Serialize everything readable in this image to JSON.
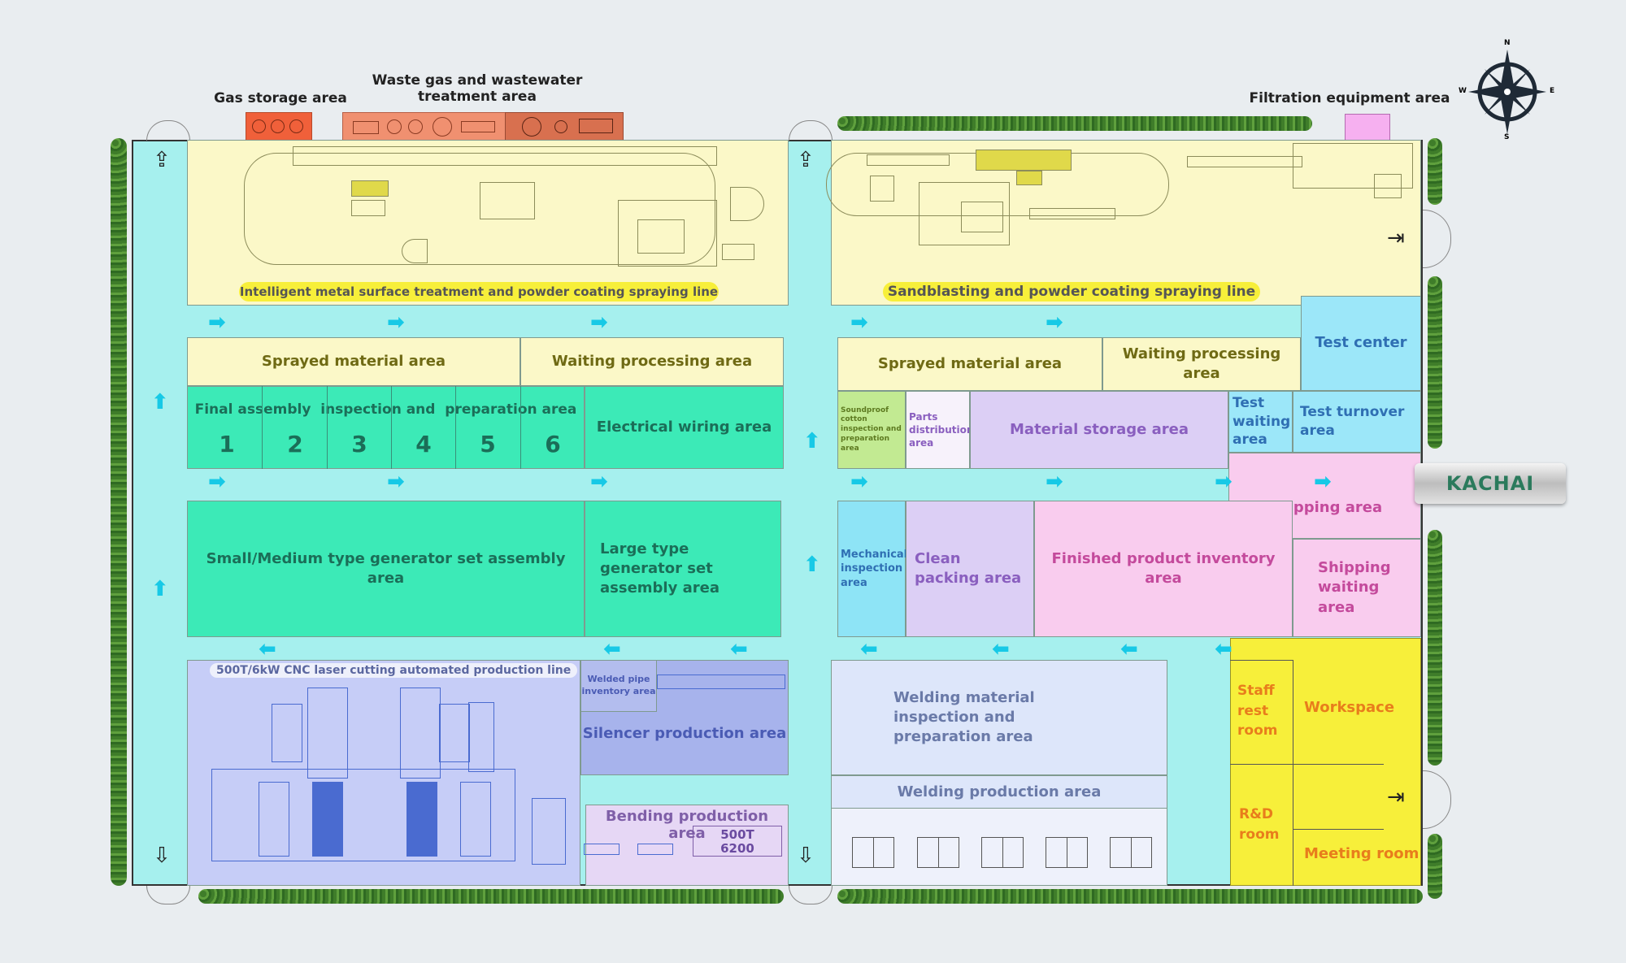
{
  "outside": {
    "gas_storage": "Gas storage area",
    "waste_gas": "Waste gas and wastewater treatment area",
    "filtration": "Filtration equipment area"
  },
  "lines": {
    "intelligent_line": "Intelligent metal surface treatment and powder coating spraying line",
    "sandblasting_line": "Sandblasting and powder coating spraying line",
    "cnc_line": "500T/6kW CNC laser cutting automated production line"
  },
  "left": {
    "sprayed_material": "Sprayed material area",
    "waiting_processing": "Waiting processing area",
    "final_assembly": "Final assembly  inspection and  preparation area",
    "assembly_numbers": [
      "1",
      "2",
      "3",
      "4",
      "5",
      "6"
    ],
    "electrical_wiring": "Electrical wiring area",
    "small_medium": "Small/Medium type generator set assembly area",
    "large_type": "Large type generator set assembly area",
    "welded_pipe": "Welded pipe inventory area",
    "silencer": "Silencer production area",
    "bending": "Bending production area",
    "press_label_1": "500T",
    "press_label_2": "6200"
  },
  "right": {
    "sprayed_material": "Sprayed material area",
    "waiting_processing": "Waiting processing area",
    "test_center": "Test center",
    "soundproof": "Soundproof cotton inspection and preparation area",
    "parts_distribution": "Parts distribution area",
    "material_storage": "Material storage area",
    "test_waiting": "Test waiting area",
    "test_turnover": "Test turnover area",
    "shipping": "Shipping area",
    "mechanical_inspection": "Mechanical inspection area",
    "clean_packing": "Clean packing area",
    "finished_inventory": "Finished product inventory area",
    "shipping_waiting": "Shipping waiting area",
    "welding_material": "Welding material inspection and preparation area",
    "welding_production": "Welding production area",
    "staff_rest": "Staff rest room",
    "workspace": "Workspace",
    "rd_room": "R&D room",
    "meeting_room": "Meeting room"
  },
  "brand": "KACHAI",
  "compass": {
    "n": "N",
    "s": "S",
    "e": "E",
    "w": "W"
  },
  "colors": {
    "aisle": "#a6f0ee",
    "spray_yellow": "#fbf8c8",
    "assembly_green": "#3ceab7",
    "laser_blue": "#c6cdf7",
    "storage_purple": "#dccff5",
    "inventory_pink": "#f9ccee",
    "office_yellow": "#f7ef3a",
    "test_blue": "#9ce7f9"
  }
}
